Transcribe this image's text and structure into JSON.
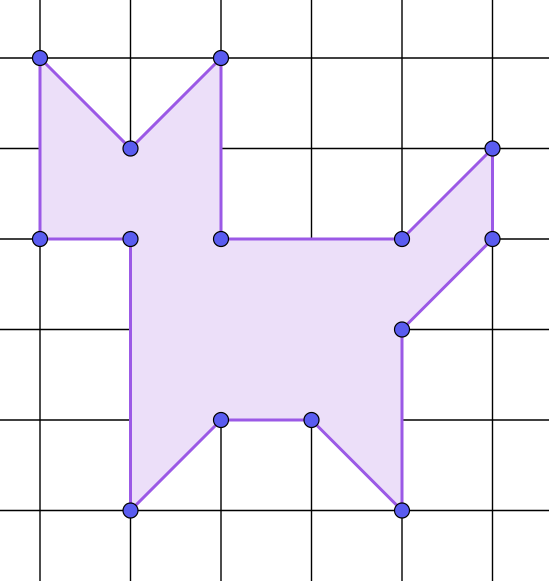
{
  "grid": {
    "x_lines": [
      0,
      1,
      2,
      3,
      4,
      5
    ],
    "y_lines": [
      0,
      1,
      2,
      3,
      4,
      5
    ]
  },
  "polygon": {
    "name": "cat-shape",
    "vertices": [
      [
        0,
        0
      ],
      [
        1,
        1
      ],
      [
        2,
        0
      ],
      [
        2,
        2
      ],
      [
        4,
        2
      ],
      [
        5,
        1
      ],
      [
        5,
        2
      ],
      [
        4,
        3
      ],
      [
        4,
        5
      ],
      [
        3,
        4
      ],
      [
        2,
        4
      ],
      [
        1,
        5
      ],
      [
        1,
        2
      ],
      [
        0,
        2
      ]
    ]
  },
  "colors": {
    "fill": "#ecdff9",
    "stroke": "#9b59e6",
    "vertex": "#5a5cf0",
    "grid": "#000000"
  }
}
